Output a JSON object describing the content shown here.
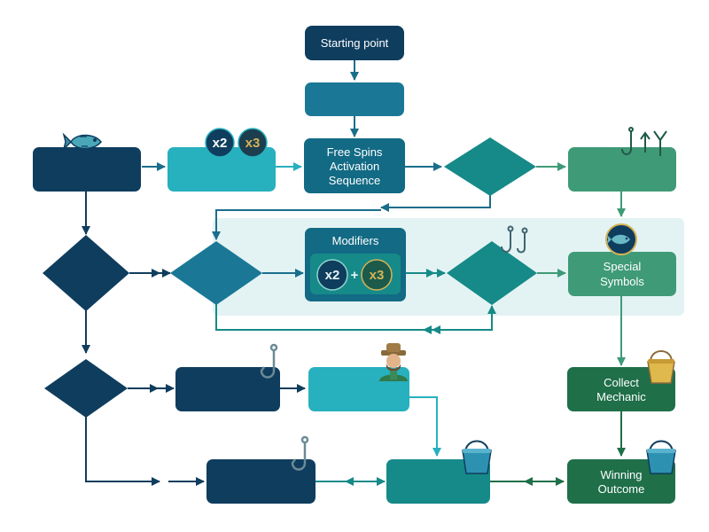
{
  "nodes": {
    "start": "Starting point",
    "free_spins": [
      "Free Spins",
      "Activation",
      "Sequence"
    ],
    "modifiers": "Modifiers",
    "special_symbols": [
      "Special",
      "Symbols"
    ],
    "collect_mechanic": [
      "Collect",
      "Mechanic"
    ],
    "winning_outcome": [
      "Winning",
      "Outcome"
    ]
  },
  "multipliers": {
    "x2": "x2",
    "x3": "x3",
    "plus": "+"
  },
  "colors": {
    "navy": "#0f3d5e",
    "blue_teal": "#1a7896",
    "cyan": "#27b0be",
    "teal": "#168a88",
    "green": "#3f9a78",
    "dark_green": "#1f6f49",
    "panel": "#e3f3f3",
    "gold": "#d7b355"
  },
  "icons": [
    "fish-icon",
    "multiplier-badge-icon",
    "hooks-and-fish-tail-icon",
    "fishing-hooks-icon",
    "fish-medallion-icon",
    "fishing-hook-icon",
    "fisherman-icon",
    "bucket-icon"
  ]
}
